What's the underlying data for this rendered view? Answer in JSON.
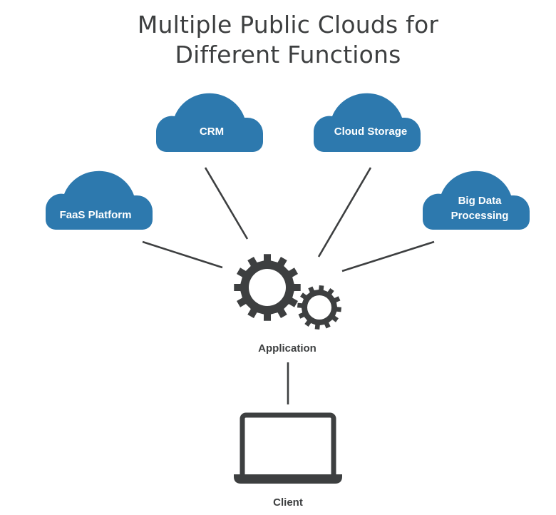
{
  "title": {
    "line1": "Multiple Public Clouds for",
    "line2": "Different Functions"
  },
  "colors": {
    "cloud": "#2d79ae",
    "ink": "#3d3f40",
    "background": "#ffffff"
  },
  "clouds": [
    {
      "id": "faas",
      "lines": [
        "FaaS Platform"
      ]
    },
    {
      "id": "crm",
      "lines": [
        "CRM"
      ]
    },
    {
      "id": "storage",
      "lines": [
        "Cloud Storage"
      ]
    },
    {
      "id": "bigdata",
      "lines": [
        "Big Data",
        "Processing"
      ]
    }
  ],
  "application": {
    "label": "Application",
    "icon": "gears-icon"
  },
  "client": {
    "label": "Client",
    "icon": "laptop-icon"
  }
}
